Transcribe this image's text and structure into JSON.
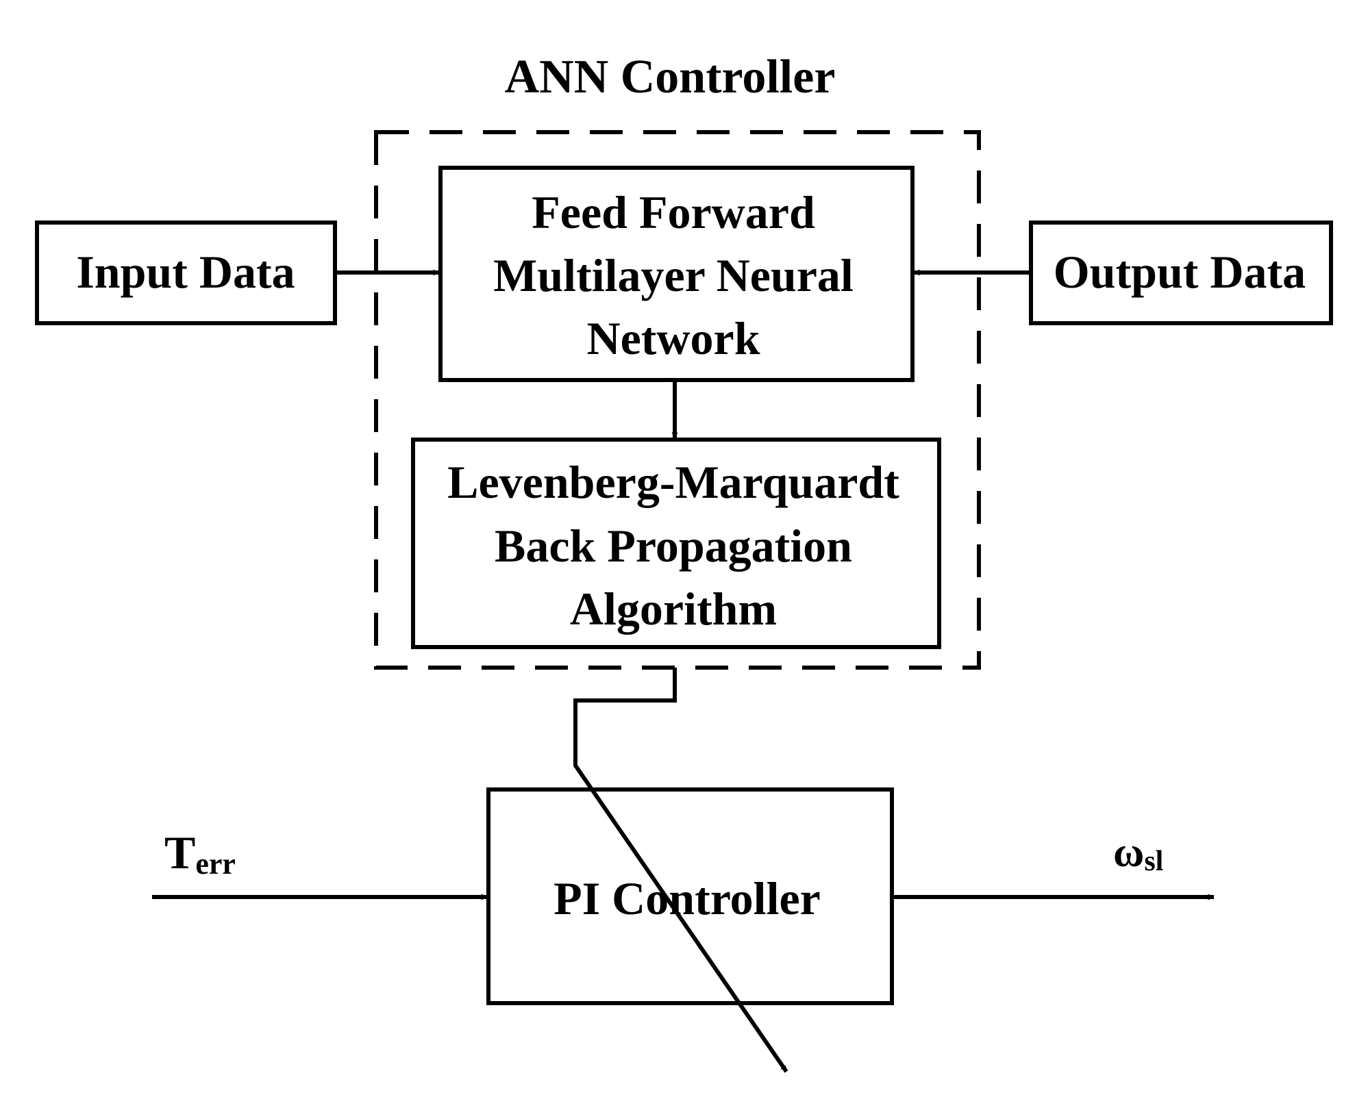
{
  "title": "ANN Controller",
  "blocks": {
    "input_data": "Input Data",
    "output_data": "Output Data",
    "ffnn": [
      "Feed Forward",
      "Multilayer Neural",
      "Network"
    ],
    "lm": [
      "Levenberg-Marquardt",
      "Back Propagation",
      "Algorithm"
    ],
    "pi": "PI Controller"
  },
  "signals": {
    "input": {
      "main": "T",
      "sub": "err"
    },
    "output": {
      "main": "ω",
      "sub": "sl"
    }
  },
  "colors": {
    "stroke": "#000000",
    "background": "#ffffff"
  }
}
